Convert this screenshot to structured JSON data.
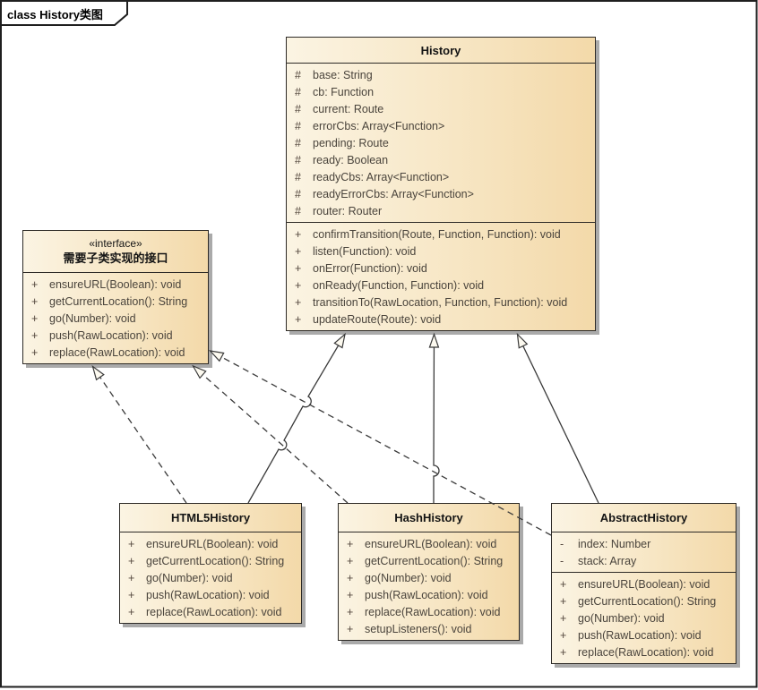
{
  "frame": {
    "label": "class History类图"
  },
  "colors": {
    "box_gradient_start": "#fbf4e3",
    "box_gradient_end": "#f3d9a9",
    "border": "#2d2a26",
    "shadow": "#aaaaaa",
    "member_text": "#4a443c",
    "line": "#3a3a3a",
    "arrowhead_fill": "#fdfaf0",
    "background": "#ffffff"
  },
  "classes": [
    {
      "title": "History",
      "attributes": [
        {
          "vis": "#",
          "text": "base: String"
        },
        {
          "vis": "#",
          "text": "cb: Function"
        },
        {
          "vis": "#",
          "text": "current: Route"
        },
        {
          "vis": "#",
          "text": "errorCbs: Array<Function>"
        },
        {
          "vis": "#",
          "text": "pending: Route"
        },
        {
          "vis": "#",
          "text": "ready: Boolean"
        },
        {
          "vis": "#",
          "text": "readyCbs: Array<Function>"
        },
        {
          "vis": "#",
          "text": "readyErrorCbs: Array<Function>"
        },
        {
          "vis": "#",
          "text": "router: Router"
        }
      ],
      "methods": [
        {
          "vis": "+",
          "text": "confirmTransition(Route, Function, Function): void"
        },
        {
          "vis": "+",
          "text": "listen(Function): void"
        },
        {
          "vis": "+",
          "text": "onError(Function): void"
        },
        {
          "vis": "+",
          "text": "onReady(Function, Function): void"
        },
        {
          "vis": "+",
          "text": "transitionTo(RawLocation, Function, Function): void"
        },
        {
          "vis": "+",
          "text": "updateRoute(Route): void"
        }
      ]
    },
    {
      "stereotype": "«interface»",
      "title": "需要子类实现的接口",
      "attributes": [],
      "methods": [
        {
          "vis": "+",
          "text": "ensureURL(Boolean): void"
        },
        {
          "vis": "+",
          "text": "getCurrentLocation(): String"
        },
        {
          "vis": "+",
          "text": "go(Number): void"
        },
        {
          "vis": "+",
          "text": "push(RawLocation): void"
        },
        {
          "vis": "+",
          "text": "replace(RawLocation): void"
        }
      ]
    },
    {
      "title": "HTML5History",
      "attributes": [],
      "methods": [
        {
          "vis": "+",
          "text": "ensureURL(Boolean): void"
        },
        {
          "vis": "+",
          "text": "getCurrentLocation(): String"
        },
        {
          "vis": "+",
          "text": "go(Number): void"
        },
        {
          "vis": "+",
          "text": "push(RawLocation): void"
        },
        {
          "vis": "+",
          "text": "replace(RawLocation): void"
        }
      ]
    },
    {
      "title": "HashHistory",
      "attributes": [],
      "methods": [
        {
          "vis": "+",
          "text": "ensureURL(Boolean): void"
        },
        {
          "vis": "+",
          "text": "getCurrentLocation(): String"
        },
        {
          "vis": "+",
          "text": "go(Number): void"
        },
        {
          "vis": "+",
          "text": "push(RawLocation): void"
        },
        {
          "vis": "+",
          "text": "replace(RawLocation): void"
        },
        {
          "vis": "+",
          "text": "setupListeners(): void"
        }
      ]
    },
    {
      "title": "AbstractHistory",
      "attributes": [
        {
          "vis": "-",
          "text": "index: Number"
        },
        {
          "vis": "-",
          "text": "stack: Array"
        }
      ],
      "methods": [
        {
          "vis": "+",
          "text": "ensureURL(Boolean): void"
        },
        {
          "vis": "+",
          "text": "getCurrentLocation(): String"
        },
        {
          "vis": "+",
          "text": "go(Number): void"
        },
        {
          "vis": "+",
          "text": "push(RawLocation): void"
        },
        {
          "vis": "+",
          "text": "replace(RawLocation): void"
        }
      ]
    }
  ],
  "relations": [
    {
      "from": "HTML5History",
      "to": "History",
      "type": "generalization"
    },
    {
      "from": "HashHistory",
      "to": "History",
      "type": "generalization"
    },
    {
      "from": "AbstractHistory",
      "to": "History",
      "type": "generalization"
    },
    {
      "from": "HTML5History",
      "to": "需要子类实现的接口",
      "type": "realization"
    },
    {
      "from": "HashHistory",
      "to": "需要子类实现的接口",
      "type": "realization"
    },
    {
      "from": "AbstractHistory",
      "to": "需要子类实现的接口",
      "type": "realization"
    }
  ]
}
